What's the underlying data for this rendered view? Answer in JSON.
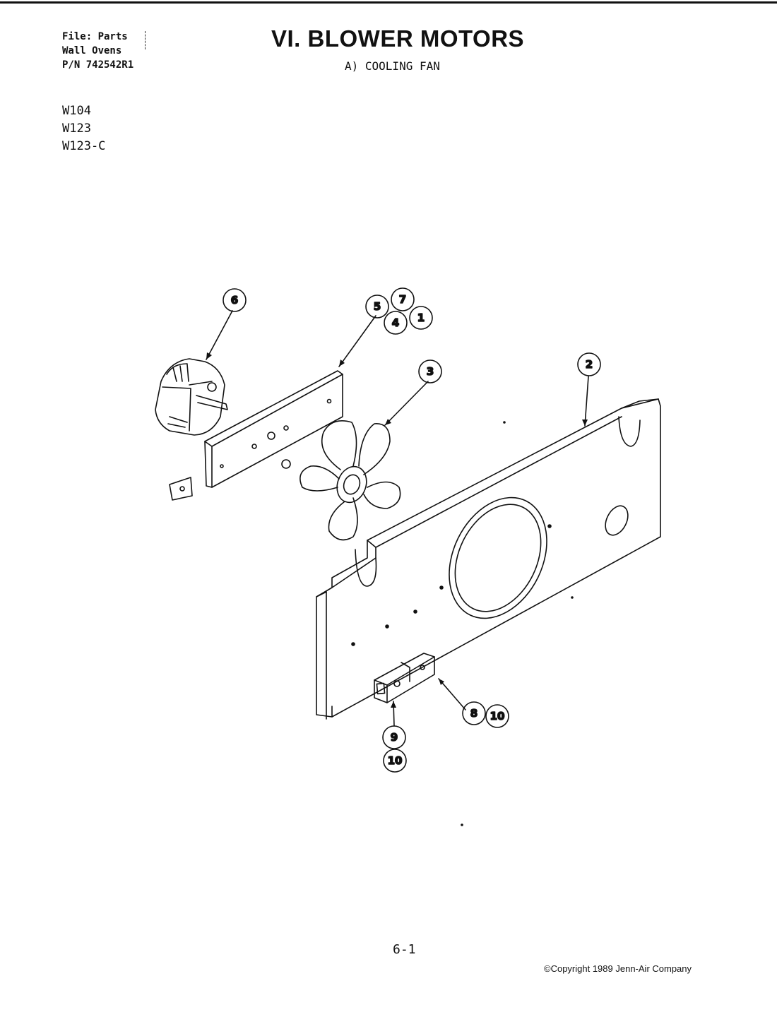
{
  "header": {
    "file_lines": [
      "File: Parts",
      "Wall Ovens",
      "P/N 742542R1"
    ],
    "title": "VI. BLOWER MOTORS",
    "subtitle": "A) COOLING FAN"
  },
  "models": [
    "W104",
    "W123",
    "W123-C"
  ],
  "diagram": {
    "callouts": [
      "6",
      "5",
      "7",
      "4",
      "1",
      "3",
      "2",
      "8",
      "10",
      "9",
      "10"
    ],
    "parts": [
      "motor-icon",
      "bracket-icon",
      "clip-icon",
      "fan-blade-icon",
      "panel-icon",
      "connector-icon"
    ]
  },
  "footer": {
    "page_number": "6-1",
    "copyright": "©Copyright 1989 Jenn-Air Company"
  }
}
